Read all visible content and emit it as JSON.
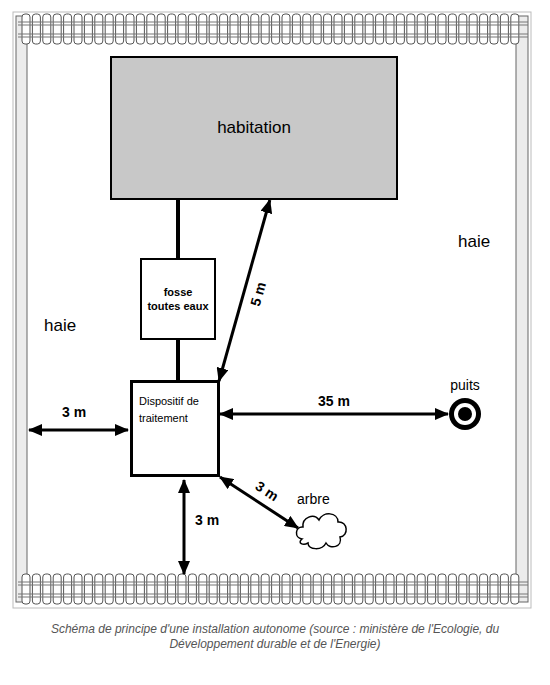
{
  "diagram": {
    "caption": "Schéma de principe d'une installation autonome (source : ministère de l'Ecologie, du Développement durable et de l'Energie)",
    "nodes": [
      {
        "text": [
          "habitation"
        ]
      },
      {
        "text": [
          "fosse toutes eaux"
        ]
      },
      {
        "text": [
          "Dispositif de traitement"
        ]
      },
      {
        "text": [
          "puits"
        ]
      },
      {
        "text": [
          "arbre"
        ]
      }
    ],
    "edges": [
      {
        "from": 0,
        "to": 1,
        "arrow": "none"
      },
      {
        "from": 1,
        "to": 2,
        "arrow": "none"
      },
      {
        "from": 2,
        "to": 0,
        "arrow": "both",
        "label": "5 m"
      },
      {
        "from": 2,
        "to": 3,
        "arrow": "both",
        "label": "35 m"
      },
      {
        "from": 2,
        "to": 4,
        "arrow": "both",
        "label": "3 m"
      }
    ],
    "labels": [
      "haie",
      "haie",
      "3 m",
      "3 m"
    ]
  }
}
